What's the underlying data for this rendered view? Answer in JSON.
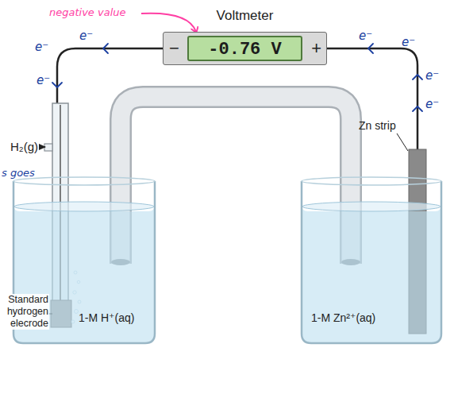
{
  "diagram": {
    "nodes": [
      {
        "text": [
          "Voltmeter",
          "−",
          "+"
        ]
      },
      {
        "text": [
          "-0.76 V"
        ],
        "in": 0
      },
      {
        "text": [
          "1-M H⁺(aq)"
        ]
      },
      {
        "text": [
          "1-M Zn²⁺(aq)"
        ]
      }
    ],
    "labels": [
      "negative value",
      "e⁻",
      "e⁻",
      "e⁻",
      "e⁻",
      "e⁻",
      "e⁻",
      "e⁻",
      "s goes",
      "H₂(g)",
      "Standard hydrogen elecrode",
      "Zn strip"
    ]
  }
}
